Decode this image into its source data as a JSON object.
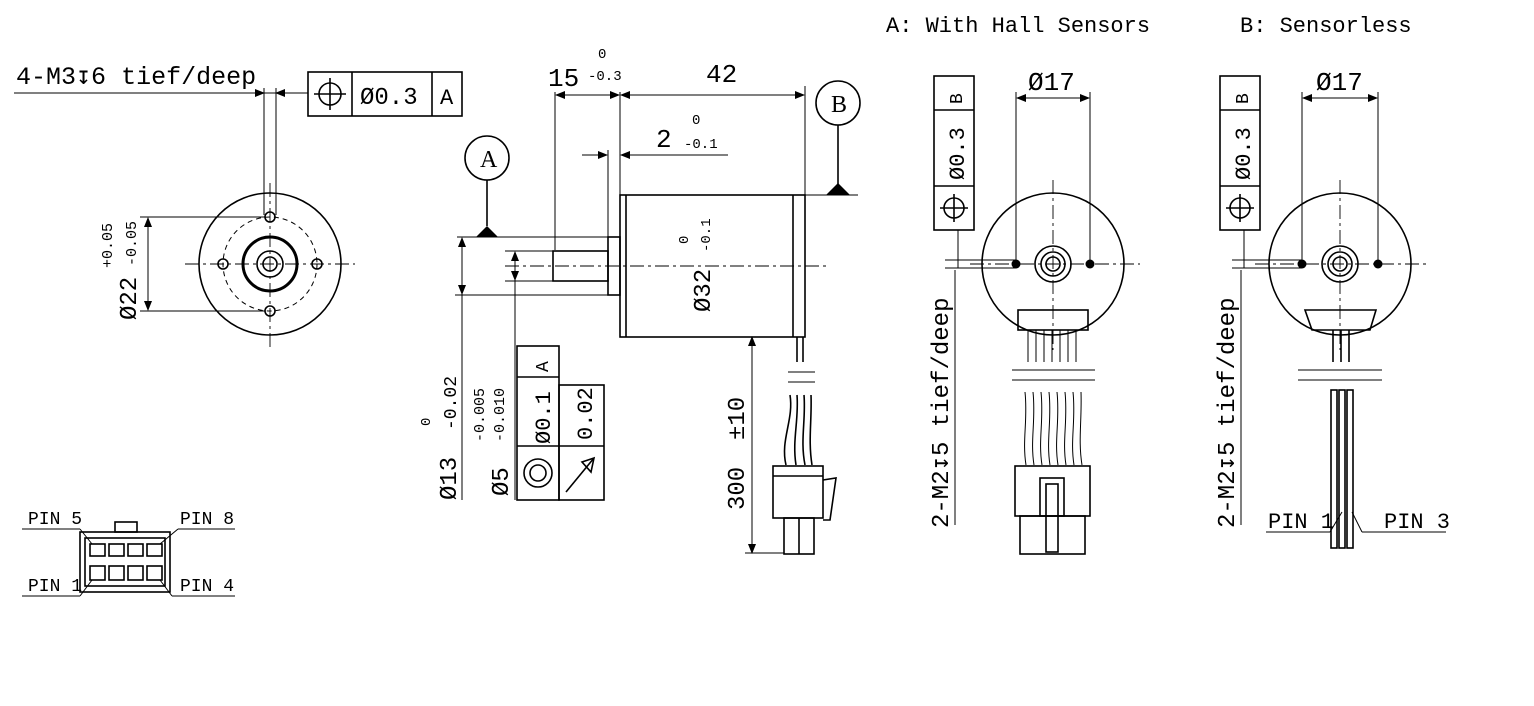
{
  "views": {
    "a_title": "A: With Hall Sensors",
    "b_title": "B: Sensorless"
  },
  "front_view": {
    "thread_note": "4-M3↧6 tief/deep",
    "fcf_diameter": "Ø0.3",
    "fcf_datum": "A",
    "diameter_label": "Ø22",
    "tol_upper": "+0.05",
    "tol_lower": "-0.05"
  },
  "side_view": {
    "dim_15": "15",
    "dim_15_tol_upper": "0",
    "dim_15_tol_lower": "-0.3",
    "dim_42": "42",
    "dim_2": "2",
    "dim_2_tol_upper": "0",
    "dim_2_tol_lower": "-0.1",
    "datum_a": "A",
    "datum_b": "B",
    "body_diameter": "Ø32",
    "body_tol_upper": "0",
    "body_tol_lower": "-0.1",
    "shaft_diameter": "Ø5",
    "shaft_tol_upper": "-0.005",
    "shaft_tol_lower": "-0.010",
    "pilot_diameter": "Ø13",
    "pilot_tol_upper": "0",
    "pilot_tol_lower": "-0.02",
    "fcf_conc_value": "Ø0.1",
    "fcf_conc_datum": "A",
    "fcf_runout_value": "0.02",
    "lead_length": "300",
    "lead_tol": "±10"
  },
  "view_a": {
    "diameter_label": "Ø17",
    "fcf_value": "Ø0.3",
    "fcf_datum": "B",
    "thread_note": "2-M2↧5 tief/deep"
  },
  "view_b": {
    "diameter_label": "Ø17",
    "fcf_value": "Ø0.3",
    "fcf_datum": "B",
    "thread_note": "2-M2↧5 tief/deep",
    "pin_left": "PIN 1",
    "pin_right": "PIN 3"
  },
  "connector": {
    "pin_5": "PIN 5",
    "pin_8": "PIN 8",
    "pin_1": "PIN 1",
    "pin_4": "PIN 4"
  }
}
